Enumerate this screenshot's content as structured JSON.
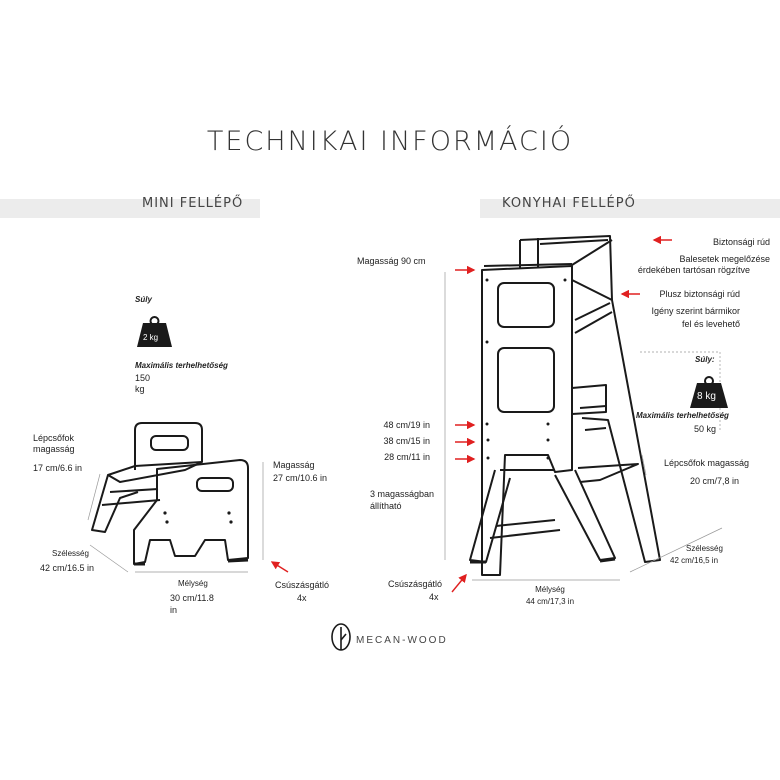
{
  "title": "TECHNIKAI INFORMÁCIÓ",
  "mini": {
    "heading": "MINI FELLÉPŐ",
    "weight_label": "Súly",
    "weight_value": "2 kg",
    "max_load_label": "Maximális terhelhetőség",
    "max_load_value": "150",
    "max_load_unit": "kg",
    "step_height_label_1": "Lépcsőfok",
    "step_height_label_2": "magasság",
    "step_height_value": "17 cm/6.6 in",
    "height_label": "Magasság",
    "height_value": "27 cm/10.6 in",
    "width_label": "Szélesség",
    "width_value": "42 cm/16.5 in",
    "depth_label": "Mélység",
    "depth_value_1": "30 cm/11.8",
    "depth_value_2": "in",
    "antislip_label": "Csúszásgátló",
    "antislip_count": "4x"
  },
  "kitchen": {
    "heading": "KONYHAI FELLÉPŐ",
    "safety_bar_label": "Biztonsági rúd",
    "safety_bar_desc_1": "Balesetek megelőzése",
    "safety_bar_desc_2": "érdekében tartósan rögzítve",
    "extra_bar_label": "Plusz biztonsági rúd",
    "extra_bar_desc_1": "Igény szerint bármikor",
    "extra_bar_desc_2": "fel és levehető",
    "height_label": "Magasság 90 cm",
    "levels": [
      "48 cm/19 in",
      "38 cm/15 in",
      "28 cm/11 in"
    ],
    "adjust_label_1": "3 magasságban",
    "adjust_label_2": "állítható",
    "weight_label": "Súly:",
    "weight_value": "8 kg",
    "max_load_label": "Maximális terhelhetőség",
    "max_load_value": "50 kg",
    "step_height_label": "Lépcsőfok magasság",
    "step_height_value": "20 cm/7,8 in",
    "width_label": "Szélesség",
    "width_value": "42 cm/16,5 in",
    "depth_label": "Mélység",
    "depth_value": "44 cm/17,3 in",
    "antislip_label": "Csúszásgátló",
    "antislip_count": "4x"
  },
  "brand": "MECAN-WOOD",
  "colors": {
    "arrow": "#e02020",
    "line": "#1a1a1a",
    "band": "#ececec"
  }
}
